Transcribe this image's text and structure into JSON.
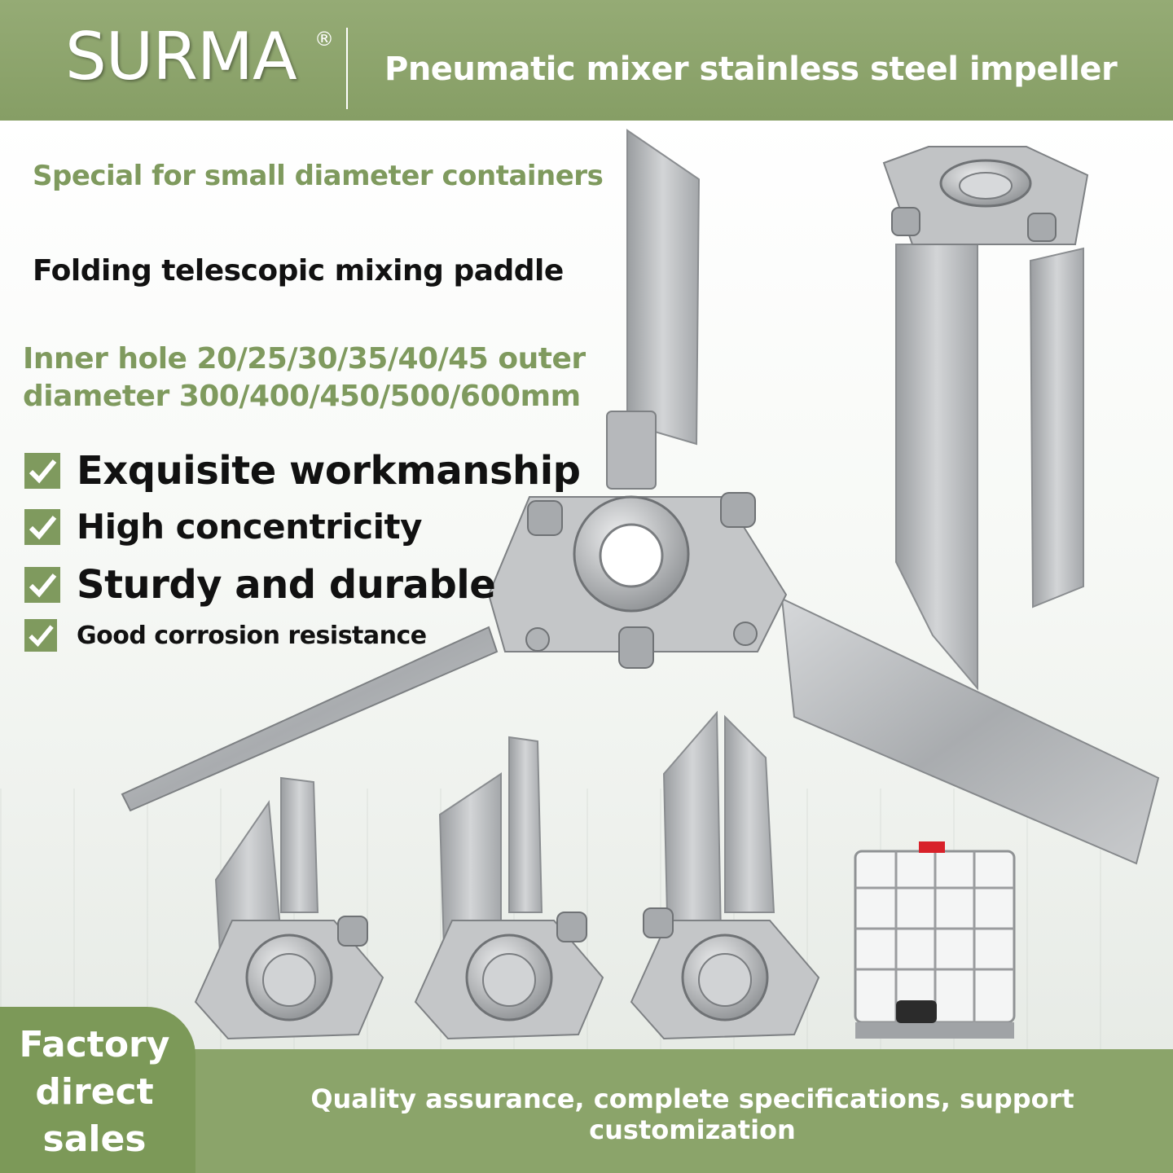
{
  "header": {
    "brand": "SURMA",
    "registered_mark": "®",
    "title": "Pneumatic mixer stainless steel impeller"
  },
  "specs": {
    "special": "Special for small diameter containers",
    "type": "Folding telescopic mixing paddle",
    "sizes": "Inner hole 20/25/30/35/40/45 outer diameter 300/400/450/500/600mm"
  },
  "features": [
    {
      "label": "Exquisite workmanship",
      "icon": "checkmark-icon"
    },
    {
      "label": "High concentricity",
      "icon": "checkmark-icon"
    },
    {
      "label": "Sturdy and durable",
      "icon": "checkmark-icon"
    },
    {
      "label": "Good corrosion resistance",
      "icon": "checkmark-icon"
    }
  ],
  "footer": {
    "badge": "Factory direct sales",
    "tagline": "Quality assurance, complete specifications, support customization"
  },
  "colors": {
    "brand_green": "#8aa06a",
    "accent_green": "#7f9a5e",
    "text_dark": "#111111",
    "steel": "#b9bcbf"
  }
}
